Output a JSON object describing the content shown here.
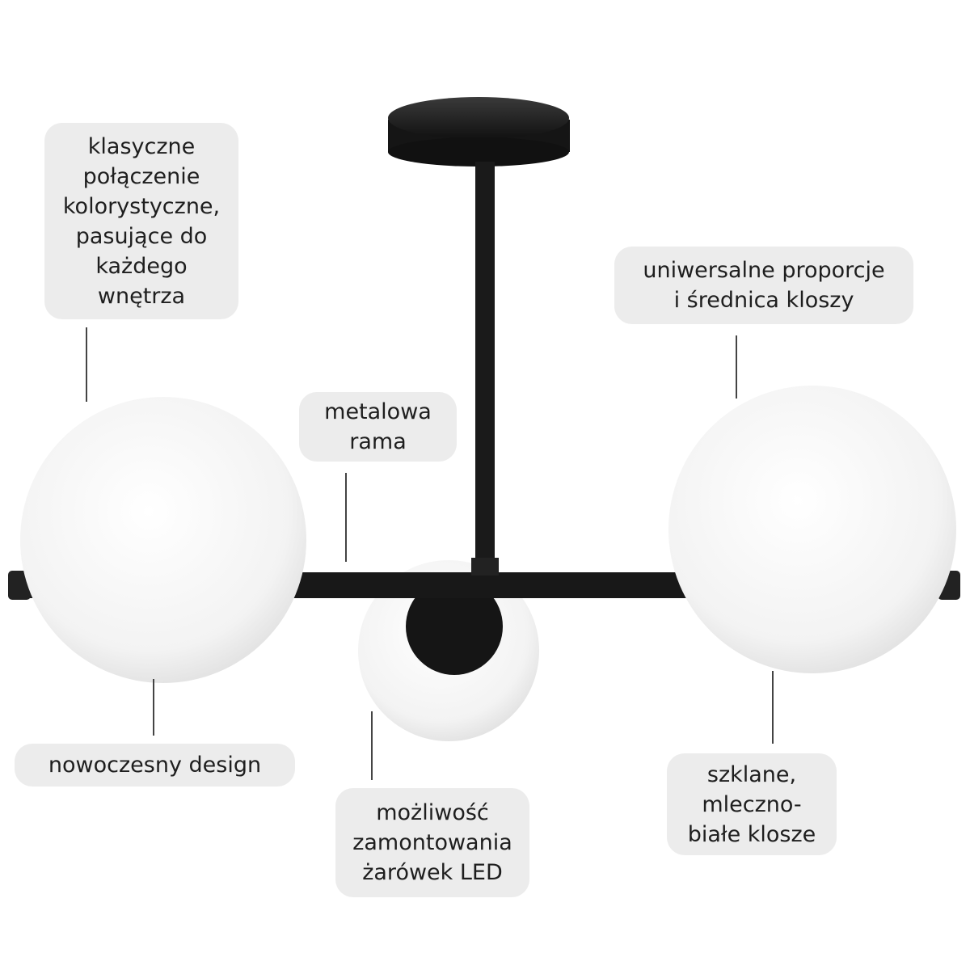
{
  "features": {
    "color": [
      "klasyczne",
      "połączenie",
      "kolorystyczne,",
      "pasujące do",
      "każdego",
      "wnętrza"
    ],
    "proportions": [
      "uniwersalne proporcje",
      "i średnica kloszy"
    ],
    "frame": [
      "metalowa",
      "rama"
    ],
    "design": [
      "nowoczesny design"
    ],
    "led": [
      "możliwość",
      "zamontowania",
      "żarówek LED"
    ],
    "glass": [
      "szklane,",
      "mleczno-",
      "białe klosze"
    ]
  },
  "colors": {
    "bubble": "#ececec",
    "metal": "#1c1c1c",
    "glass": "#f4f4f4"
  }
}
